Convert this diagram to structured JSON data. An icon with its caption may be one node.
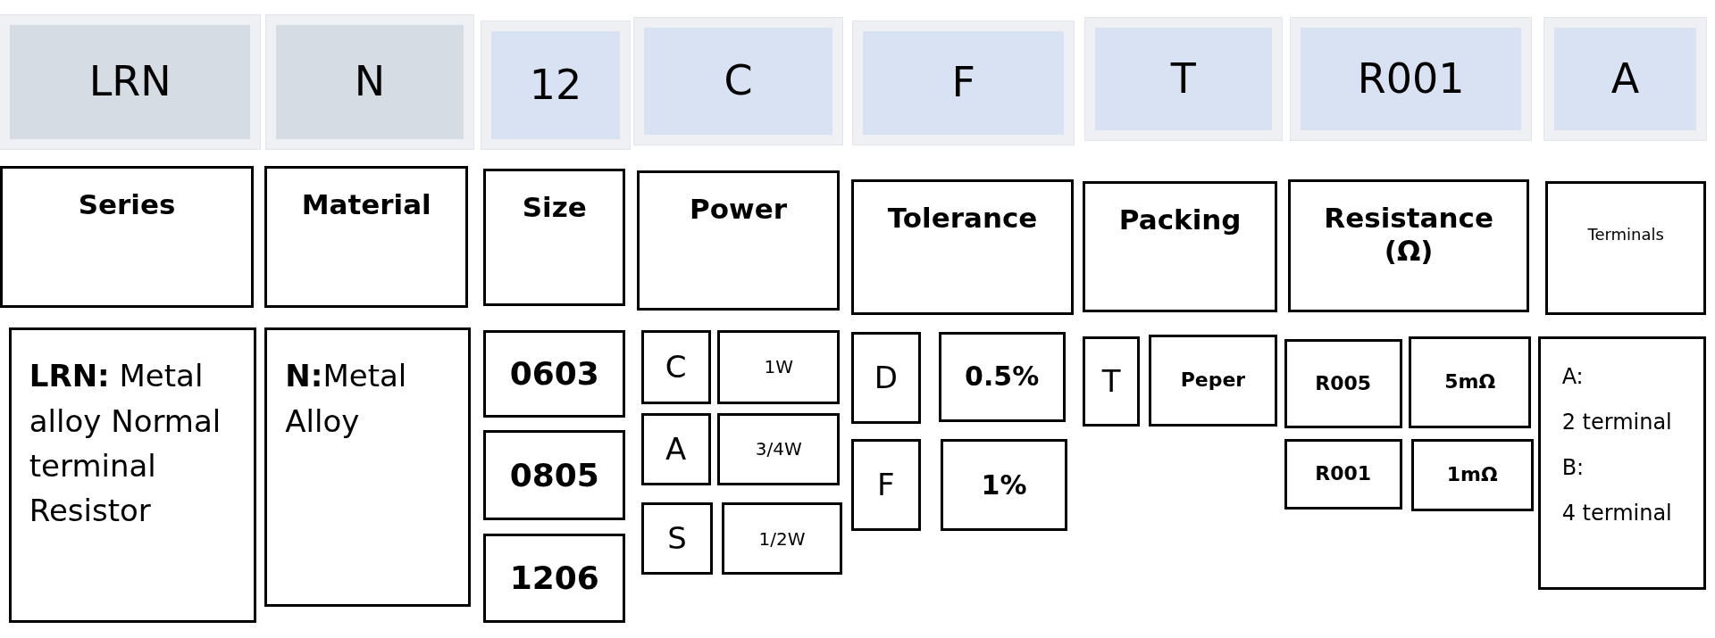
{
  "diagram": {
    "nodes": [
      {
        "text": [
          "LRN"
        ]
      },
      {
        "text": [
          "N"
        ]
      },
      {
        "text": [
          "12"
        ]
      },
      {
        "text": [
          "C"
        ]
      },
      {
        "text": [
          "F"
        ]
      },
      {
        "text": [
          "T"
        ]
      },
      {
        "text": [
          "R001"
        ]
      },
      {
        "text": [
          "A"
        ]
      },
      {
        "text": [
          "Series"
        ]
      },
      {
        "text": [
          "Material"
        ]
      },
      {
        "text": [
          "Size"
        ]
      },
      {
        "text": [
          "Power"
        ]
      },
      {
        "text": [
          "Tolerance"
        ]
      },
      {
        "text": [
          "Packing"
        ]
      },
      {
        "text": [
          "Resistance",
          "(Ω)"
        ]
      },
      {
        "text": [
          "Terminals"
        ]
      },
      {
        "text": [
          "**LRN:** Metal alloy Normal terminal Resistor"
        ]
      },
      {
        "text": [
          "**N:**Metal Alloy"
        ]
      },
      {
        "text": [
          "0603"
        ]
      },
      {
        "text": [
          "0805"
        ]
      },
      {
        "text": [
          "1206"
        ]
      },
      {
        "text": [
          "C"
        ]
      },
      {
        "text": [
          "1W"
        ]
      },
      {
        "text": [
          "A"
        ]
      },
      {
        "text": [
          "3/4W"
        ]
      },
      {
        "text": [
          "S"
        ]
      },
      {
        "text": [
          "1/2W"
        ]
      },
      {
        "text": [
          "D"
        ]
      },
      {
        "text": [
          "0.5%"
        ]
      },
      {
        "text": [
          "F"
        ]
      },
      {
        "text": [
          "1%"
        ]
      },
      {
        "text": [
          "T"
        ]
      },
      {
        "text": [
          "Peper"
        ]
      },
      {
        "text": [
          "R005"
        ]
      },
      {
        "text": [
          "5mΩ"
        ]
      },
      {
        "text": [
          "R001"
        ]
      },
      {
        "text": [
          "1mΩ"
        ]
      },
      {
        "text": [
          "A:",
          "2 terminal",
          "B:",
          "4 terminal"
        ]
      }
    ]
  }
}
